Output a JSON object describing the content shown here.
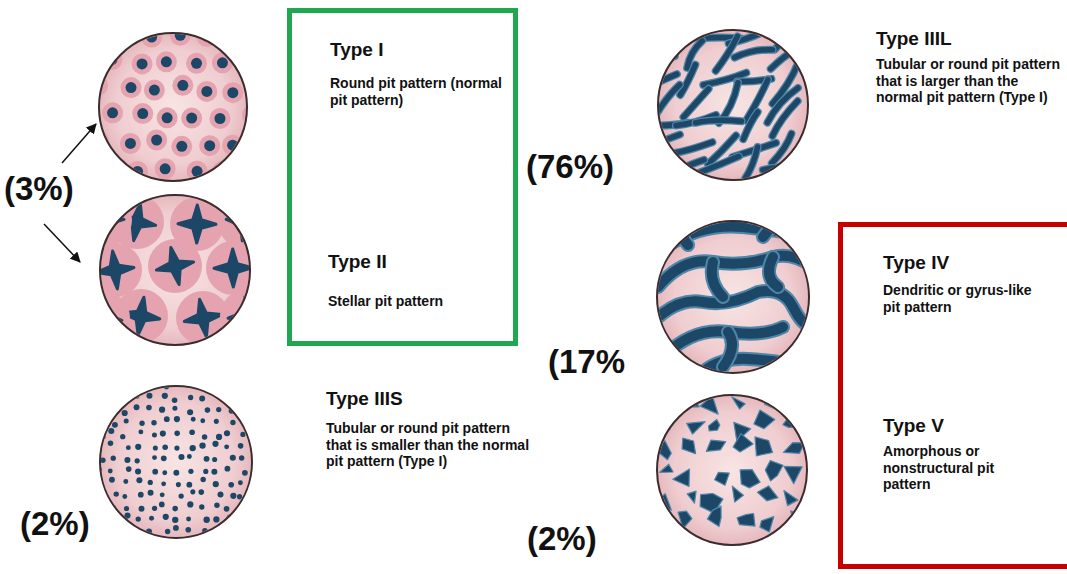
{
  "diagram": {
    "nodes": [
      {
        "text": [
          "Type I",
          "Round pit pattern (normal pit pattern)",
          "Type II",
          "Stellar pit pattern"
        ]
      },
      {
        "text": [
          "Type IV",
          "Dendritic or gyrus-like pit pattern",
          "Type V",
          "Amorphous or nonstructural pit pattern"
        ]
      }
    ],
    "labels": [
      "(3%)",
      "(2%)",
      "Type IIIS",
      "Tubular or round pit pattern that is smaller than the normal pit pattern (Type I)",
      "(76%)",
      "Type IIIL",
      "Tubular or round pit pattern that is larger than the normal pit pattern (Type I)",
      "(17%",
      "(2%)"
    ]
  }
}
